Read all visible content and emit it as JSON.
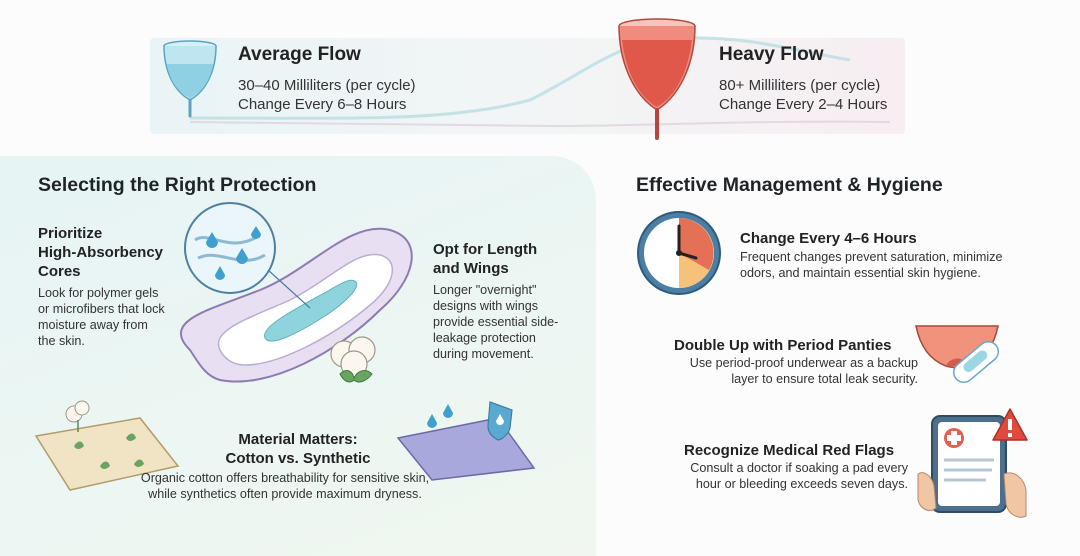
{
  "flow": {
    "average": {
      "title": "Average Flow",
      "line1": "30–40 Milliliters (per cycle)",
      "line2": "Change Every 6–8 Hours",
      "color": "#8fd0e4"
    },
    "heavy": {
      "title": "Heavy Flow",
      "line1": "80+ Milliliters (per cycle)",
      "line2": "Change Every 2–4 Hours",
      "color": "#e8695a"
    }
  },
  "protection": {
    "title": "Selecting the Right Protection",
    "absorbency": {
      "title_line1": "Prioritize",
      "title_line2": "High-Absorbency",
      "title_line3": "Cores",
      "body_line1": "Look for polymer gels",
      "body_line2": "or microfibers that lock",
      "body_line3": "moisture away from",
      "body_line4": "the skin."
    },
    "wings": {
      "title_line1": "Opt for Length",
      "title_line2": "and Wings",
      "body_line1": "Longer \"overnight\"",
      "body_line2": "designs with wings",
      "body_line3": "provide essential side-",
      "body_line4": "leakage protection",
      "body_line5": "during movement."
    },
    "material": {
      "title_line1": "Material Matters:",
      "title_line2": "Cotton vs. Synthetic",
      "body_line1": "Organic cotton offers breathability for sensitive skin,",
      "body_line2": "while synthetics often provide maximum dryness."
    }
  },
  "hygiene": {
    "title": "Effective Management & Hygiene",
    "change": {
      "title": "Change Every 4–6 Hours",
      "body_line1": "Frequent changes prevent saturation, minimize",
      "body_line2": "odors, and maintain essential skin hygiene."
    },
    "panties": {
      "title": "Double Up with Period Panties",
      "body_line1": "Use period-proof underwear as a backup",
      "body_line2": "layer to ensure total leak security."
    },
    "redflags": {
      "title": "Recognize Medical Red Flags",
      "body_line1": "Consult a doctor if soaking a pad every",
      "body_line2": "hour or bleeding exceeds seven days."
    }
  },
  "icons": {
    "cup_average": "menstrual-cup-icon",
    "cup_heavy": "menstrual-cup-icon",
    "pad": "sanitary-pad-icon",
    "cotton": "cotton-flower-icon",
    "clock": "clock-icon",
    "panties": "underwear-icon",
    "tablet": "medical-tablet-icon",
    "warning": "warning-icon"
  }
}
